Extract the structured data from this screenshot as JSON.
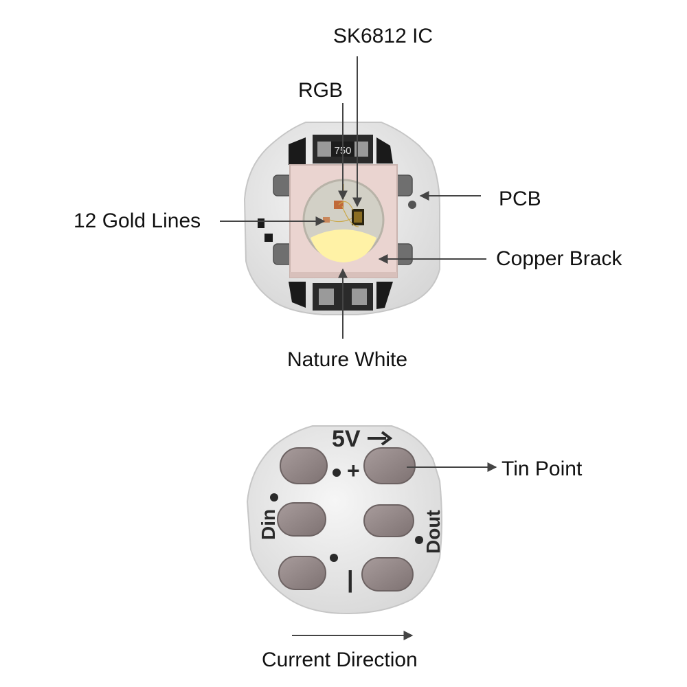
{
  "labels": {
    "ic": "SK6812 IC",
    "rgb": "RGB",
    "pcb": "PCB",
    "gold_lines": "12 Gold Lines",
    "copper_brack": "Copper Brack",
    "nature_white": "Nature White",
    "tin_point": "Tin Point",
    "current_direction": "Current Direction"
  },
  "markings": {
    "resistor": "750",
    "voltage": "5V",
    "plus": "+",
    "minus": "|",
    "din": "Din",
    "dout": "Dout"
  },
  "colors": {
    "pcb": "#e6e6e6",
    "led_body": "#ead4d0",
    "white_phosphor": "#fff2a6",
    "pad": "#8e8282",
    "leader": "#444444"
  }
}
